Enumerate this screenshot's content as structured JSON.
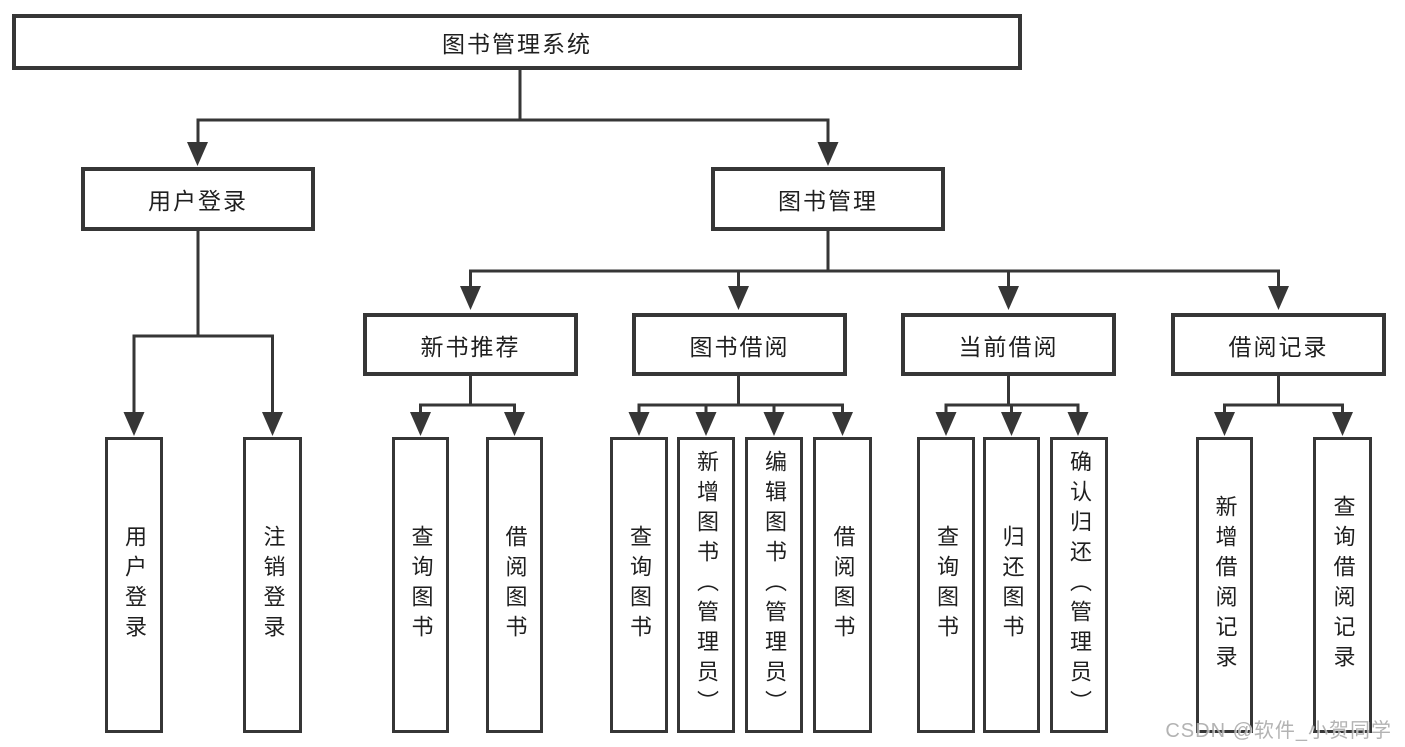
{
  "tree": {
    "label": "图书管理系统",
    "children": [
      {
        "label": "用户登录",
        "children": [
          {
            "label": "用户登录"
          },
          {
            "label": "注销登录"
          }
        ]
      },
      {
        "label": "图书管理",
        "children": [
          {
            "label": "新书推荐",
            "children": [
              {
                "label": "查询图书"
              },
              {
                "label": "借阅图书"
              }
            ]
          },
          {
            "label": "图书借阅",
            "children": [
              {
                "label": "查询图书"
              },
              {
                "label": "新增图书（管理员）"
              },
              {
                "label": "编辑图书（管理员）"
              },
              {
                "label": "借阅图书"
              }
            ]
          },
          {
            "label": "当前借阅",
            "children": [
              {
                "label": "查询图书"
              },
              {
                "label": "归还图书"
              },
              {
                "label": "确认归还（管理员）"
              }
            ]
          },
          {
            "label": "借阅记录",
            "children": [
              {
                "label": "新增借阅记录"
              },
              {
                "label": "查询借阅记录"
              }
            ]
          }
        ]
      }
    ]
  },
  "watermark": {
    "text": "CSDN @软件_小贺同学"
  },
  "colors": {
    "line": "#363636",
    "text": "#1f1f1f",
    "watermark": "#ababab",
    "background": "#ffffff"
  }
}
